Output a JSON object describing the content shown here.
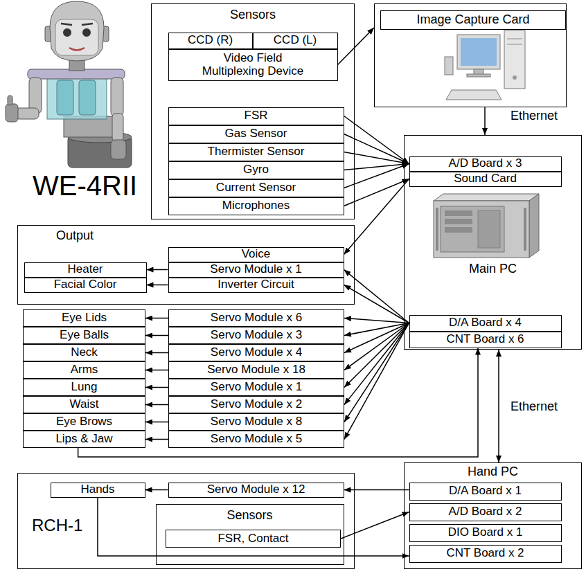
{
  "diagram": {
    "nodes": [
      {
        "text": [
          "Sensors"
        ]
      },
      {
        "text": [
          "CCD (R)"
        ],
        "in": 0
      },
      {
        "text": [
          "CCD (L)"
        ],
        "in": 0
      },
      {
        "text": [
          "Video Field Multiplexing Device"
        ],
        "in": 0
      },
      {
        "text": [
          "FSR"
        ],
        "in": 0
      },
      {
        "text": [
          "Gas Sensor"
        ],
        "in": 0
      },
      {
        "text": [
          "Thermister Sensor"
        ],
        "in": 0
      },
      {
        "text": [
          "Gyro"
        ],
        "in": 0
      },
      {
        "text": [
          "Current Sensor"
        ],
        "in": 0
      },
      {
        "text": [
          "Microphones"
        ],
        "in": 0
      },
      {
        "text": [
          "Image Capture Card"
        ]
      },
      {
        "text": [
          "Main PC"
        ]
      },
      {
        "text": [
          "A/D Board x 3"
        ],
        "in": 11
      },
      {
        "text": [
          "Sound Card"
        ],
        "in": 11
      },
      {
        "text": [
          "D/A Board x 4"
        ],
        "in": 11
      },
      {
        "text": [
          "CNT Board x 6"
        ],
        "in": 11
      },
      {
        "text": [
          "Output"
        ]
      },
      {
        "text": [
          "Heater"
        ],
        "in": 16
      },
      {
        "text": [
          "Facial Color"
        ],
        "in": 16
      },
      {
        "text": [
          "Voice"
        ],
        "in": 16
      },
      {
        "text": [
          "Servo Module x 1"
        ],
        "in": 16
      },
      {
        "text": [
          "Inverter Circuit"
        ],
        "in": 16
      },
      {
        "text": [
          "Eye Lids"
        ]
      },
      {
        "text": [
          "Servo Module x 6"
        ]
      },
      {
        "text": [
          "Eye Balls"
        ]
      },
      {
        "text": [
          "Servo Module x 3"
        ]
      },
      {
        "text": [
          "Neck"
        ]
      },
      {
        "text": [
          "Servo Module x 4"
        ]
      },
      {
        "text": [
          "Arms"
        ]
      },
      {
        "text": [
          "Servo Module x 18"
        ]
      },
      {
        "text": [
          "Lung"
        ]
      },
      {
        "text": [
          "Servo Module x 1"
        ]
      },
      {
        "text": [
          "Waist"
        ]
      },
      {
        "text": [
          "Servo Module x 2"
        ]
      },
      {
        "text": [
          "Eye Brows"
        ]
      },
      {
        "text": [
          "Servo Module x 8"
        ]
      },
      {
        "text": [
          "Lips & Jaw"
        ]
      },
      {
        "text": [
          "Servo Module x 5"
        ]
      },
      {
        "text": [
          "Hand PC"
        ]
      },
      {
        "text": [
          "D/A Board x 1"
        ],
        "in": 38
      },
      {
        "text": [
          "A/D Board x 2"
        ],
        "in": 38
      },
      {
        "text": [
          "DIO Board x 1"
        ],
        "in": 38
      },
      {
        "text": [
          "CNT Board x 2"
        ],
        "in": 38
      },
      {
        "text": [
          "RCH-1"
        ]
      },
      {
        "text": [
          "Hands"
        ],
        "in": 43
      },
      {
        "text": [
          "Servo Module x 12"
        ],
        "in": 43
      },
      {
        "text": [
          "Sensors"
        ],
        "in": 43
      },
      {
        "text": [
          "FSR, Contact"
        ],
        "in": 46
      }
    ],
    "edges": [
      {
        "from": 3,
        "to": 10,
        "arrow": "to"
      },
      {
        "from": 10,
        "to": 11,
        "label": "Ethernet",
        "arrow": "to"
      },
      {
        "from": 4,
        "to": 12,
        "arrow": "to"
      },
      {
        "from": 5,
        "to": 12,
        "arrow": "to"
      },
      {
        "from": 6,
        "to": 12,
        "arrow": "to"
      },
      {
        "from": 7,
        "to": 12,
        "arrow": "to"
      },
      {
        "from": 8,
        "to": 12,
        "arrow": "to"
      },
      {
        "from": 9,
        "to": 13,
        "arrow": "to"
      },
      {
        "from": 13,
        "to": 19,
        "arrow": "to"
      },
      {
        "from": 14,
        "to": 20,
        "arrow": "to"
      },
      {
        "from": 14,
        "to": 21,
        "arrow": "to"
      },
      {
        "from": 14,
        "to": 23,
        "arrow": "to"
      },
      {
        "from": 14,
        "to": 25,
        "arrow": "to"
      },
      {
        "from": 14,
        "to": 27,
        "arrow": "to"
      },
      {
        "from": 14,
        "to": 29,
        "arrow": "to"
      },
      {
        "from": 14,
        "to": 31,
        "arrow": "to"
      },
      {
        "from": 14,
        "to": 33,
        "arrow": "to"
      },
      {
        "from": 14,
        "to": 35,
        "arrow": "to"
      },
      {
        "from": 14,
        "to": 37,
        "arrow": "to"
      },
      {
        "from": 20,
        "to": 17,
        "arrow": "to"
      },
      {
        "from": 21,
        "to": 18,
        "arrow": "to"
      },
      {
        "from": 23,
        "to": 22,
        "arrow": "to"
      },
      {
        "from": 25,
        "to": 24,
        "arrow": "to"
      },
      {
        "from": 27,
        "to": 26,
        "arrow": "to"
      },
      {
        "from": 29,
        "to": 28,
        "arrow": "to"
      },
      {
        "from": 31,
        "to": 30,
        "arrow": "to"
      },
      {
        "from": 33,
        "to": 32,
        "arrow": "to"
      },
      {
        "from": 35,
        "to": 34,
        "arrow": "to"
      },
      {
        "from": 37,
        "to": 36,
        "arrow": "to"
      },
      {
        "from": 36,
        "to": 15,
        "arrow": "to"
      },
      {
        "from": 11,
        "to": 38,
        "label": "Ethernet",
        "arrow": "both"
      },
      {
        "from": 39,
        "to": 45,
        "arrow": "to"
      },
      {
        "from": 45,
        "to": 44,
        "arrow": "to"
      },
      {
        "from": 47,
        "to": 40,
        "arrow": "to"
      },
      {
        "from": 44,
        "to": 42,
        "arrow": "to"
      }
    ],
    "labels": [
      "WE-4RII"
    ]
  }
}
